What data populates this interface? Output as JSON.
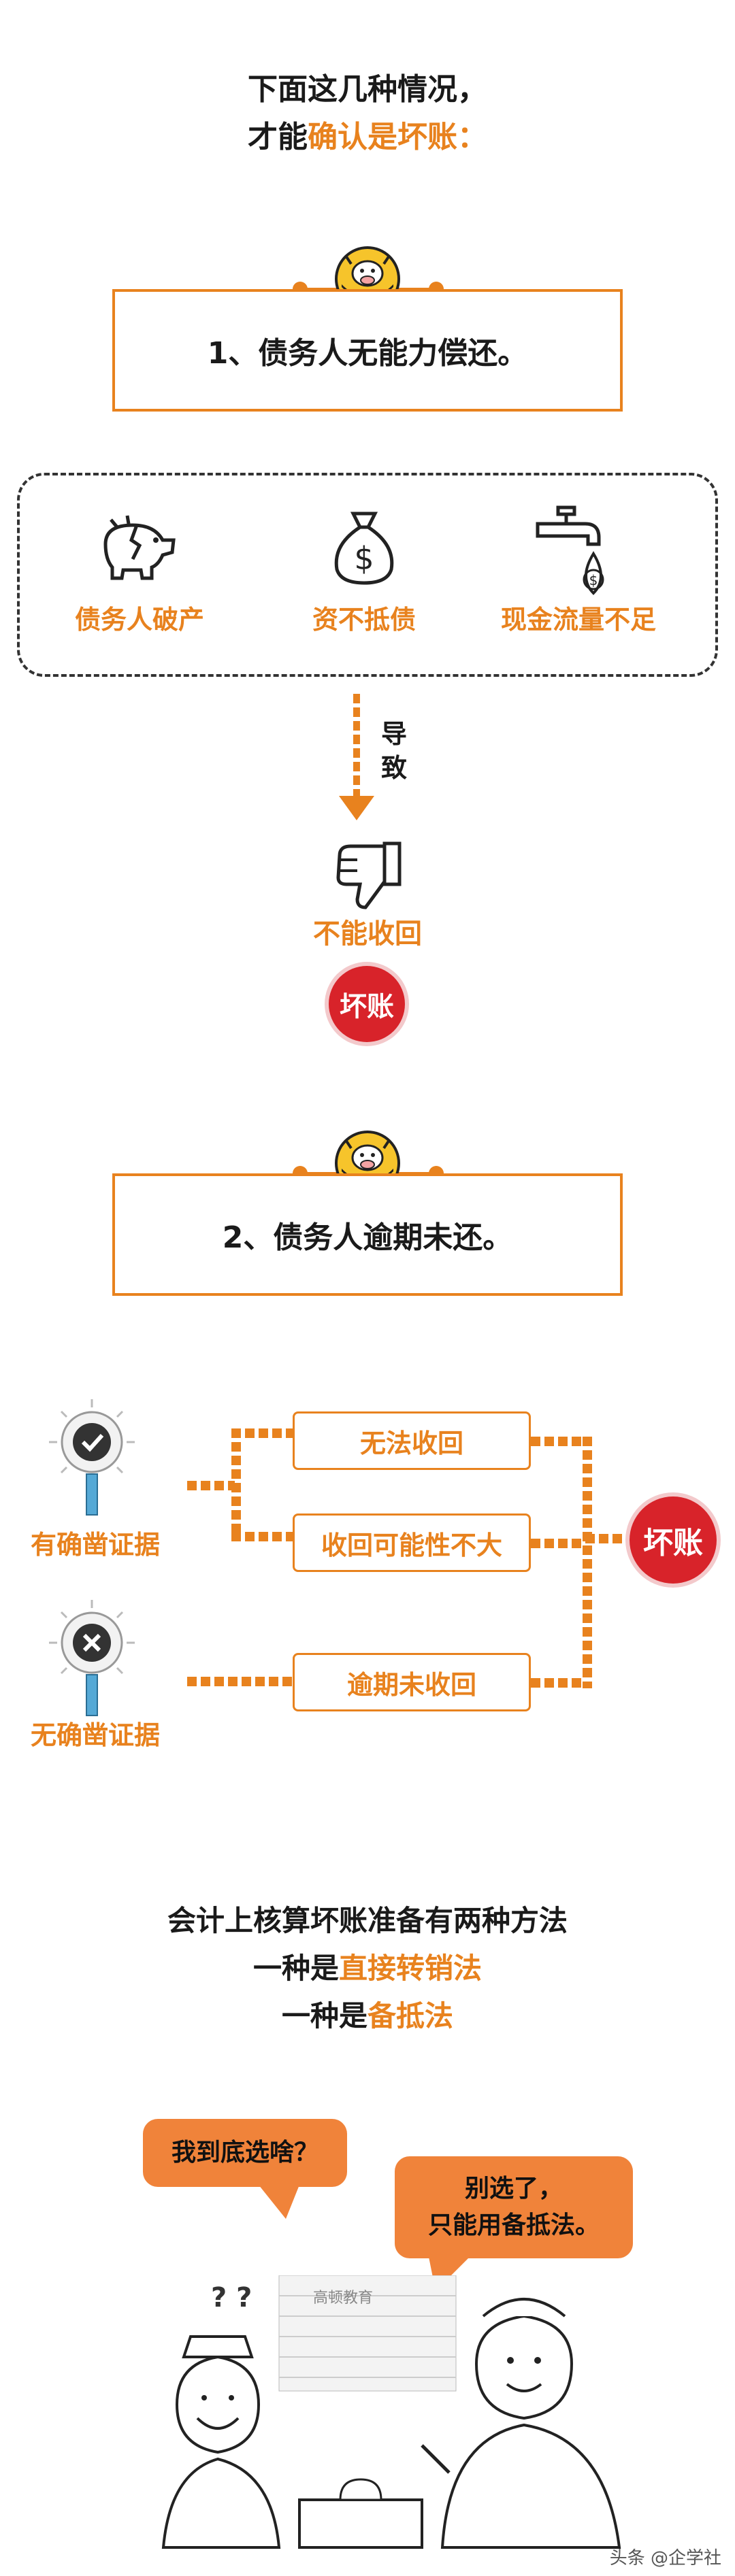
{
  "intro": {
    "line1": "下面这几种情况，",
    "line2_prefix": "才能",
    "line2_highlight": "确认是坏账："
  },
  "case1": {
    "title": "1、债务人无能力偿还。",
    "reasons": [
      {
        "label": "债务人破产",
        "icon": "broken-piggy-bank-icon"
      },
      {
        "label": "资不抵债",
        "icon": "money-bag-icon"
      },
      {
        "label": "现金流量不足",
        "icon": "dripping-faucet-icon"
      }
    ],
    "arrow_label_1": "导",
    "arrow_label_2": "致",
    "result": "不能收回",
    "badge": "坏账"
  },
  "case2": {
    "title": "2、债务人逾期未还。",
    "with_evidence": "有确凿证据",
    "without_evidence": "无确凿证据",
    "outcomes": [
      "无法收回",
      "收回可能性不大",
      "逾期未收回"
    ],
    "badge": "坏账"
  },
  "methods": {
    "line1": "会计上核算坏账准备有两种方法",
    "line2_prefix": "一种是",
    "line2_highlight": "直接转销法",
    "line3_prefix": "一种是",
    "line3_highlight": "备抵法"
  },
  "cartoon": {
    "bubble_left": "我到底选啥？",
    "bubble_right_1": "别选了，",
    "bubble_right_2": "只能用备抵法。",
    "question_marks": "? ?",
    "sign_text": "高顿教育"
  },
  "watermark": "头条 @企学社",
  "colors": {
    "accent": "#e8821e",
    "badge": "#d8232a"
  }
}
